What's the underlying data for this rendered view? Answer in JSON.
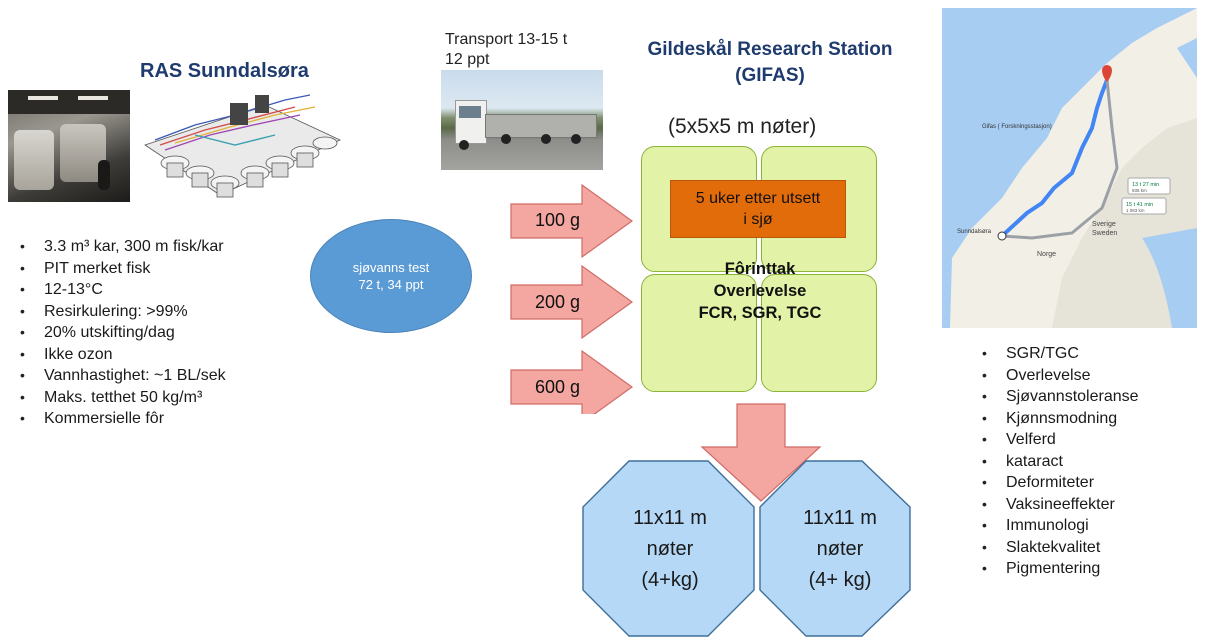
{
  "ras": {
    "title": "RAS Sunndalsøra",
    "bullets": [
      "3.3 m³ kar, 300 m fisk/kar",
      "PIT merket fisk",
      "12-13°C",
      "Resirkulering: >99%",
      "20% utskifting/dag",
      "Ikke ozon",
      "Vannhastighet: ~1 BL/sek",
      "Maks. tetthet 50 kg/m³",
      "Kommersielle fôr"
    ]
  },
  "seawater_test": {
    "line1": "sjøvanns test",
    "line2": "72 t, 34 ppt"
  },
  "transport": {
    "line1": "Transport 13-15 t",
    "line2": "12 ppt"
  },
  "gifas": {
    "title_line1": "Gildeskål Research Station",
    "title_line2": "(GIFAS)",
    "net_size": "(5x5x5 m nøter)",
    "orange_line1": "5 uker etter utsett",
    "orange_line2": "i sjø",
    "feed_line1": "Fôrinttak",
    "feed_line2": "Overlevelse",
    "feed_line3": "FCR, SGR, TGC"
  },
  "arrows": [
    "100 g",
    "200 g",
    "600 g"
  ],
  "octagons": [
    {
      "line1": "11x11 m",
      "line2": "nøter",
      "line3": "(4+kg)"
    },
    {
      "line1": "11x11 m",
      "line2": "nøter",
      "line3": "(4+ kg)"
    }
  ],
  "map": {
    "label_gifas": "Gifas ( Forskningsstasjon)",
    "label_sunndal": "Sunndalsøra",
    "label_norge": "Norge",
    "label_sverige": "Sverige",
    "label_sweden": "Sweden",
    "route1": "13 t 27 min",
    "route1_km": "935 km",
    "route2": "15 t 41 min",
    "route2_km": "1 083 km"
  },
  "outcomes": [
    "SGR/TGC",
    "Overlevelse",
    "Sjøvannstoleranse",
    "Kjønnsmodning",
    "Velferd",
    "kataract",
    "Deformiteter",
    "Vaksineeffekter",
    "Immunologi",
    "Slaktekvalitet",
    "Pigmentering"
  ],
  "colors": {
    "title_blue": "#1f3b6e",
    "oval_blue": "#5b9bd5",
    "net_green": "#e2f2a6",
    "orange": "#e36c0a",
    "arrow_pink": "#f4a6a1",
    "octagon_blue": "#b4d8f5"
  }
}
